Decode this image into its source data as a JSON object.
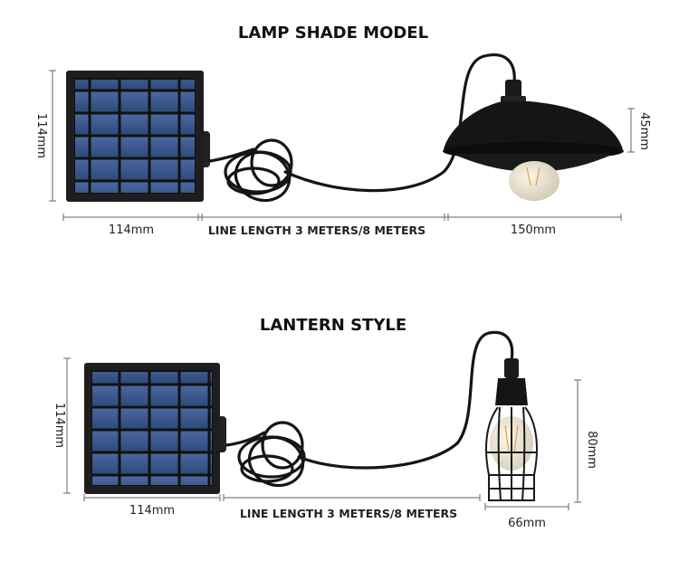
{
  "sections": [
    {
      "title": "LAMP SHADE MODEL",
      "panel_height": "114mm",
      "panel_width": "114mm",
      "line_length": "LINE LENGTH 3 METERS/8 METERS",
      "lamp_width": "150mm",
      "lamp_height": "45mm"
    },
    {
      "title": "LANTERN STYLE",
      "panel_height": "114mm",
      "panel_width": "114mm",
      "line_length": "LINE LENGTH 3 METERS/8 METERS",
      "lamp_width": "66mm",
      "lamp_height": "80mm"
    }
  ],
  "colors": {
    "panel_frame": "#1e1e1e",
    "cell": "#3d5a8c",
    "background": "#ffffff"
  }
}
